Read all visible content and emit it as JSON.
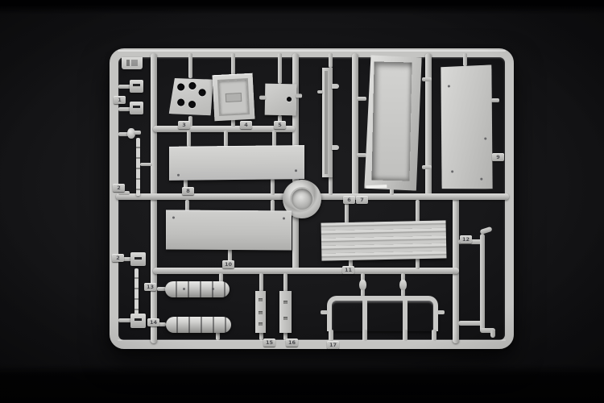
{
  "scene": {
    "type": "photograph",
    "subject": "Light grey injection-moulded model kit sprue (parts tree) photographed on a black backdrop",
    "backdrop_color": "#151517",
    "plastic_color": "#c6c6c4",
    "plastic_highlight": "#e8e8e6",
    "plastic_shadow": "#8f8f8d",
    "tag_text_color": "#4a4a4e"
  },
  "sprue": {
    "letter_tab_label": "",
    "part_tags": [
      {
        "label": "1"
      },
      {
        "label": "2"
      },
      {
        "label": "2"
      },
      {
        "label": "3"
      },
      {
        "label": "4"
      },
      {
        "label": "5"
      },
      {
        "label": "6"
      },
      {
        "label": "7"
      },
      {
        "label": "8"
      },
      {
        "label": "9"
      },
      {
        "label": "10"
      },
      {
        "label": "11"
      },
      {
        "label": "12"
      },
      {
        "label": "13"
      },
      {
        "label": "14"
      },
      {
        "label": "15"
      },
      {
        "label": "16"
      },
      {
        "label": "17"
      }
    ],
    "parts": [
      {
        "tag": "1",
        "description": "small clamp bracket"
      },
      {
        "tag": "2",
        "description": "thin banded rod with fittings (two sets)"
      },
      {
        "tag": "3",
        "description": "plate with five holes"
      },
      {
        "tag": "4",
        "description": "hatch panel with recessed rectangles"
      },
      {
        "tag": "5",
        "description": "square access plate with side stubs"
      },
      {
        "tag": "6",
        "description": "narrow channel rail with brackets"
      },
      {
        "tag": "7",
        "description": "deep open-topped box"
      },
      {
        "tag": "8",
        "description": "long flat panel (upper)"
      },
      {
        "tag": "9",
        "description": "large flat side panel"
      },
      {
        "tag": "10",
        "description": "long flat panel (lower)"
      },
      {
        "tag": "11",
        "description": "ribbed louver panel"
      },
      {
        "tag": "12",
        "description": "L-shaped rod with end foot"
      },
      {
        "tag": "13",
        "description": "segmented cylinder (upper)"
      },
      {
        "tag": "14",
        "description": "segmented cylinder (lower)"
      },
      {
        "tag": "15",
        "description": "small detail strip (left)"
      },
      {
        "tag": "16",
        "description": "small detail strip (right)"
      },
      {
        "tag": "17",
        "description": "tubular rack frame with four legs"
      }
    ],
    "runner_hub": "circular moulded disc at central runner junction"
  }
}
